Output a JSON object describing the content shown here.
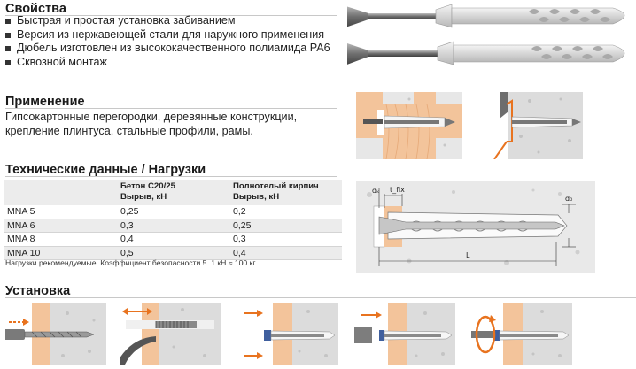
{
  "properties": {
    "title": "Свойства",
    "items": [
      "Быстрая и простая установка забиванием",
      "Версия из нержавеющей стали для наружного применения",
      "Дюбель изготовлен из высококачественного полиамида PA6",
      "Сквозной монтаж"
    ]
  },
  "application": {
    "title": "Применение",
    "text": "Гипсокартонные перегородки, деревянные конструкции, крепление плинтуса, стальные профили, рамы."
  },
  "tech": {
    "title": "Технические данные / Нагрузки",
    "columns": [
      "",
      "Бетон C20/25\nВырыв, кН",
      "Полнотелый кирпич\nВырыв, кН"
    ],
    "rows": [
      [
        "MNA 5",
        "0,25",
        "0,2"
      ],
      [
        "MNA 6",
        "0,3",
        "0,25"
      ],
      [
        "MNA 8",
        "0,4",
        "0,3"
      ],
      [
        "MNA 10",
        "0,5",
        "0,4"
      ]
    ],
    "note": "Нагрузки рекомендуемые. Коэффициент безопасности 5. 1 кН ≈ 100 кг."
  },
  "diagram": {
    "label_dk": "dₖ",
    "label_tfix": "t_fix",
    "label_d0": "d₀",
    "label_L": "L"
  },
  "installation": {
    "title": "Установка",
    "steps": [
      "step-drill",
      "step-clean",
      "step-insert",
      "step-hammer",
      "step-unscrew"
    ]
  },
  "colors": {
    "arrow": "#e8731f",
    "wood": "#f3c49b",
    "concrete": "#d8d8d8",
    "rule": "#c8c8c8",
    "row_alt": "#ececec"
  },
  "icons": [
    "orange-arrow-icon",
    "rotate-arrow-icon"
  ]
}
